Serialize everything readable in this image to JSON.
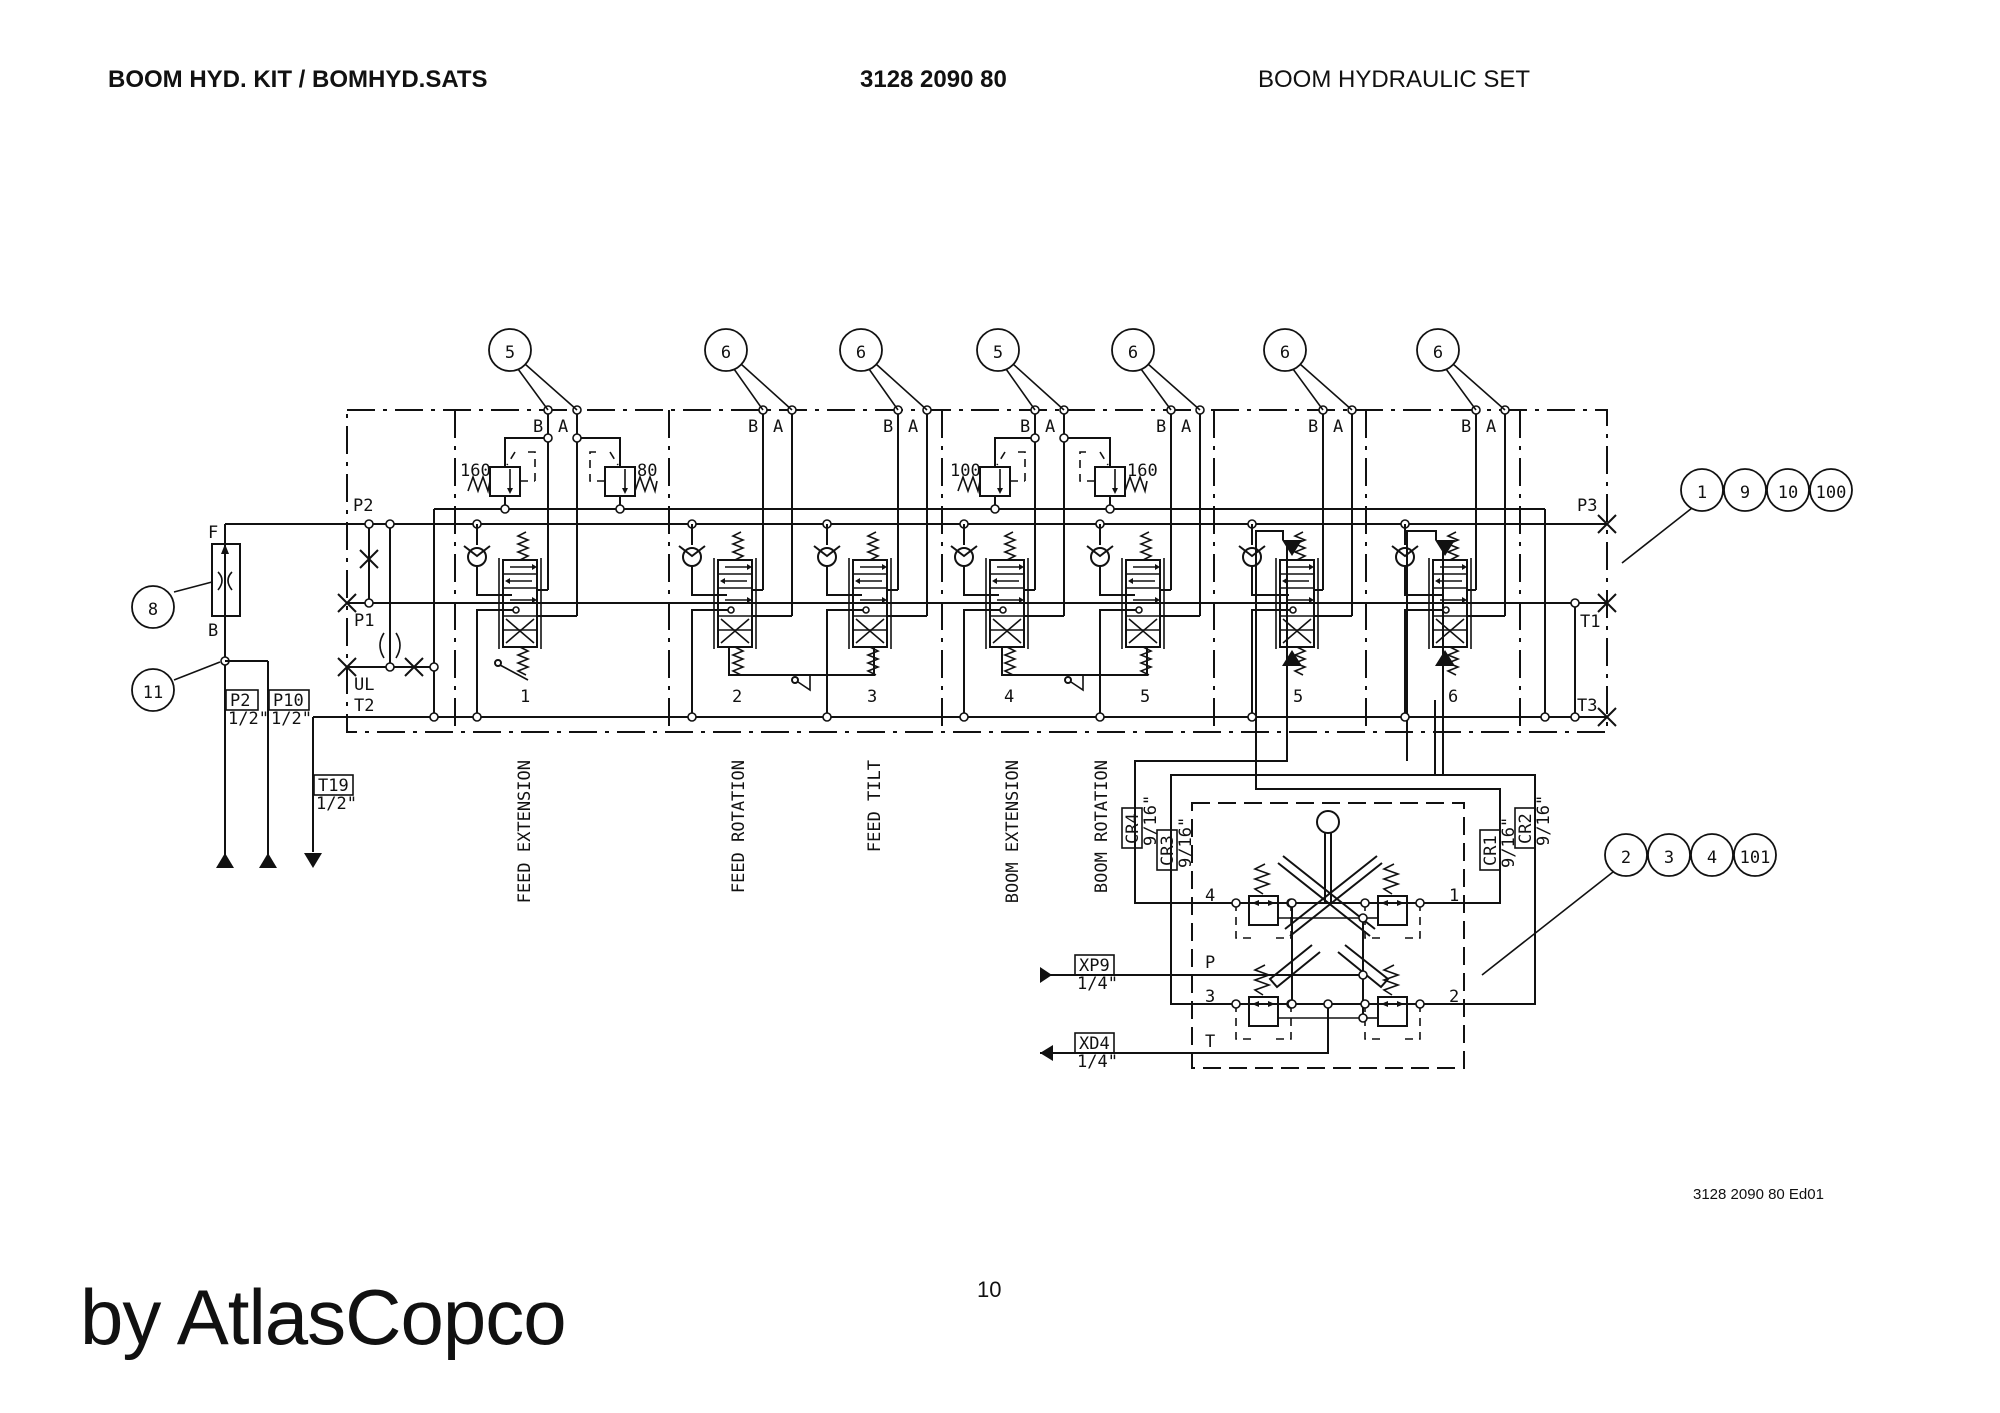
{
  "header": {
    "kit_title": "BOOM HYD. KIT / BOMHYD.SATS",
    "part_number": "3128 2090 80",
    "set_title": "BOOM HYDRAULIC SET"
  },
  "footer": {
    "doc_ref": "3128 2090 80 Ed01",
    "page_number": "10",
    "brand": "by AtlasCopco"
  },
  "callouts": {
    "valve_items": [
      "5",
      "6",
      "6",
      "5",
      "6",
      "6",
      "6"
    ],
    "item_8": "8",
    "item_11": "11",
    "group_right_top": [
      "1",
      "9",
      "10",
      "100"
    ],
    "group_right_bottom": [
      "2",
      "3",
      "4",
      "101"
    ]
  },
  "ports": {
    "work_b": "B",
    "work_a": "A",
    "p2": "P2",
    "p1": "P1",
    "ul": "UL",
    "t2": "T2",
    "p3": "P3",
    "t1": "T1",
    "t3": "T3",
    "flow_f": "F",
    "flow_b": "B"
  },
  "relief_settings": [
    "160",
    "80",
    "100",
    "160"
  ],
  "section_numbers": [
    "1",
    "2",
    "3",
    "4",
    "5",
    "5",
    "6"
  ],
  "functions": [
    "FEED EXTENSION",
    "FEED ROTATION",
    "FEED TILT",
    "BOOM EXTENSION",
    "BOOM ROTATION"
  ],
  "hose_tags": {
    "p2": {
      "label": "P2",
      "size": "1/2\""
    },
    "p10": {
      "label": "P10",
      "size": "1/2\""
    },
    "t19": {
      "label": "T19",
      "size": "1/2\""
    },
    "cr4": {
      "label": "CR4",
      "size": "9/16\""
    },
    "cr3": {
      "label": "CR3",
      "size": "9/16\""
    },
    "cr1": {
      "label": "CR1",
      "size": "9/16\""
    },
    "cr2": {
      "label": "CR2",
      "size": "9/16\""
    },
    "xp9": {
      "label": "XP9",
      "size": "1/4\""
    },
    "xd4": {
      "label": "XD4",
      "size": "1/4\""
    }
  },
  "joystick_ports": {
    "p4": "4",
    "p1": "1",
    "p3": "3",
    "p2": "2",
    "pp": "P",
    "pt": "T"
  }
}
